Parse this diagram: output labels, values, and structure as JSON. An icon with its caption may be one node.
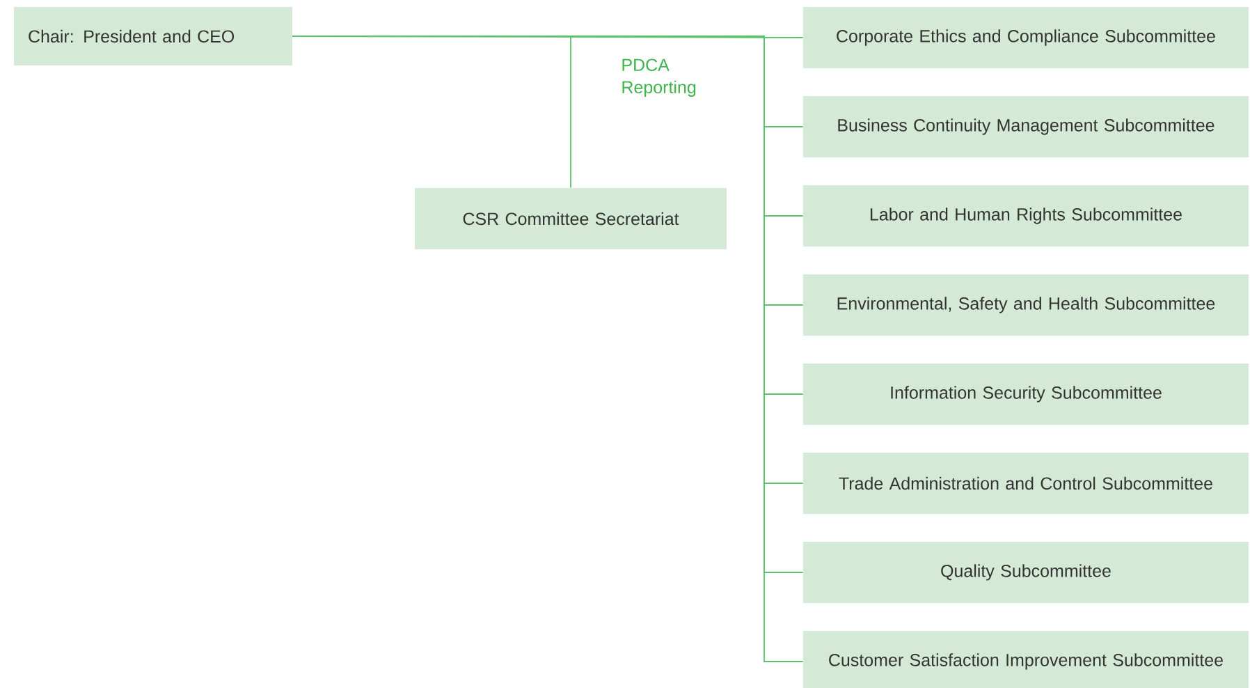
{
  "diagram": {
    "nodes": [
      {
        "text": [
          "Chair: President and CEO"
        ]
      },
      {
        "text": [
          "CSR Committee Secretariat"
        ]
      },
      {
        "text": [
          "Corporate Ethics and Compliance Subcommittee"
        ]
      },
      {
        "text": [
          "Business Continuity Management Subcommittee"
        ]
      },
      {
        "text": [
          "Labor and Human Rights Subcommittee"
        ]
      },
      {
        "text": [
          "Environmental, Safety and Health Subcommittee"
        ]
      },
      {
        "text": [
          "Information Security Subcommittee"
        ]
      },
      {
        "text": [
          "Trade Administration and Control Subcommittee"
        ]
      },
      {
        "text": [
          "Quality Subcommittee"
        ]
      },
      {
        "text": [
          "Customer Satisfaction Improvement Subcommittee"
        ]
      }
    ],
    "edges": [
      {
        "from": 0,
        "to": 1,
        "arrow": "none"
      },
      {
        "from": 0,
        "to": 2,
        "arrow": "none"
      },
      {
        "from": 0,
        "to": 3,
        "arrow": "none"
      },
      {
        "from": 0,
        "to": 4,
        "arrow": "none"
      },
      {
        "from": 0,
        "to": 5,
        "arrow": "none"
      },
      {
        "from": 0,
        "to": 6,
        "arrow": "none"
      },
      {
        "from": 0,
        "to": 7,
        "arrow": "none"
      },
      {
        "from": 0,
        "to": 8,
        "arrow": "none"
      },
      {
        "from": 0,
        "to": 9,
        "arrow": "none"
      }
    ],
    "labels": [
      "PDCA Reporting"
    ]
  }
}
